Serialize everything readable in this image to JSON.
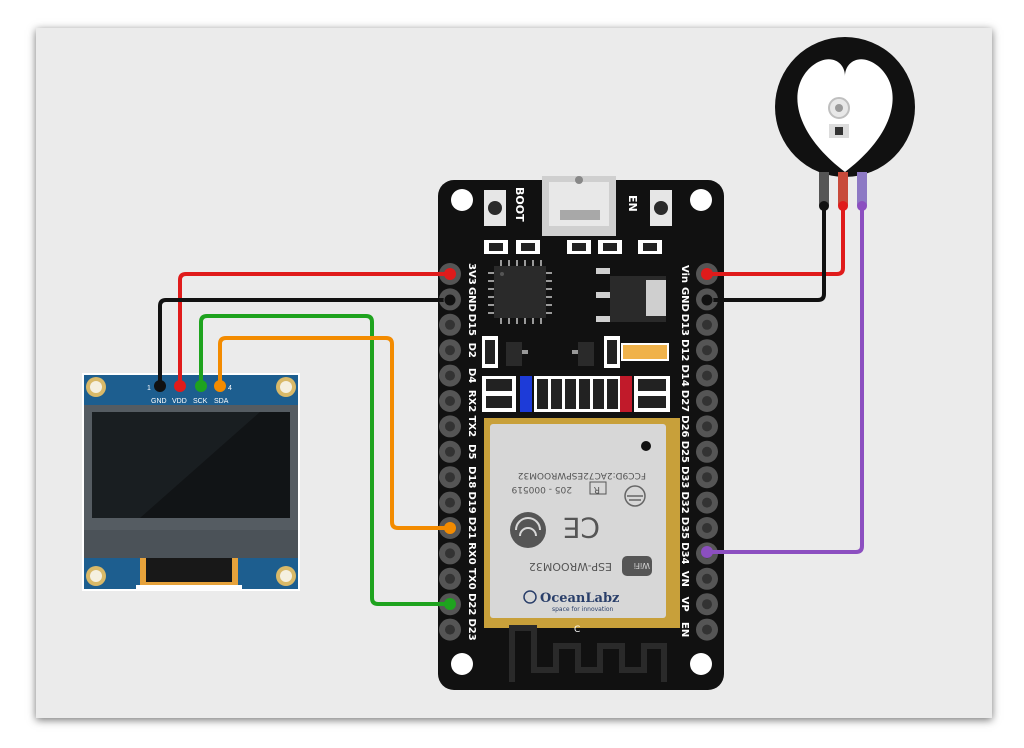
{
  "colors": {
    "background": "#ebebeb",
    "board": "#111111",
    "wire_red": "#e01b1b",
    "wire_black": "#111111",
    "wire_green": "#1ea31e",
    "wire_orange": "#f38b00",
    "wire_purple": "#8c4fc0",
    "oled_pcb": "#1d5e8f"
  },
  "oled": {
    "pin_labels": [
      "GND",
      "VDD",
      "SCK",
      "SDA"
    ],
    "pin_num_first": "1",
    "pin_num_last": "4"
  },
  "esp32": {
    "left_pins": [
      "3V3",
      "GND",
      "D15",
      "D2",
      "D4",
      "RX2",
      "TX2",
      "D5",
      "D18",
      "D19",
      "D21",
      "RX0",
      "TX0",
      "D22",
      "D23"
    ],
    "right_pins": [
      "Vin",
      "GND",
      "D13",
      "D12",
      "D14",
      "D27",
      "D26",
      "D25",
      "D33",
      "D32",
      "D35",
      "D34",
      "VN",
      "VP",
      "EN"
    ],
    "button_boot": "BOOT",
    "button_en": "EN",
    "module_fcc": "FCC9D:2AC72ESPWROOM32",
    "module_id": "205 - 000519",
    "module_r": "R",
    "module_ce": "CE",
    "module_name": "ESP-WROOM32",
    "module_wifi": "WiFi",
    "brand": "OceanLabz",
    "brand_tagline": "space for innovation",
    "antenna_c": "C"
  },
  "connections": [
    {
      "from": "OLED VDD",
      "to": "ESP32 3V3",
      "color": "red"
    },
    {
      "from": "OLED GND",
      "to": "ESP32 GND",
      "color": "black"
    },
    {
      "from": "OLED SCK",
      "to": "ESP32 D22",
      "color": "green"
    },
    {
      "from": "OLED SDA",
      "to": "ESP32 D21",
      "color": "orange"
    },
    {
      "from": "Sensor +",
      "to": "ESP32 Vin",
      "color": "red"
    },
    {
      "from": "Sensor -",
      "to": "ESP32 GND",
      "color": "black"
    },
    {
      "from": "Sensor S",
      "to": "ESP32 D34",
      "color": "purple"
    }
  ]
}
